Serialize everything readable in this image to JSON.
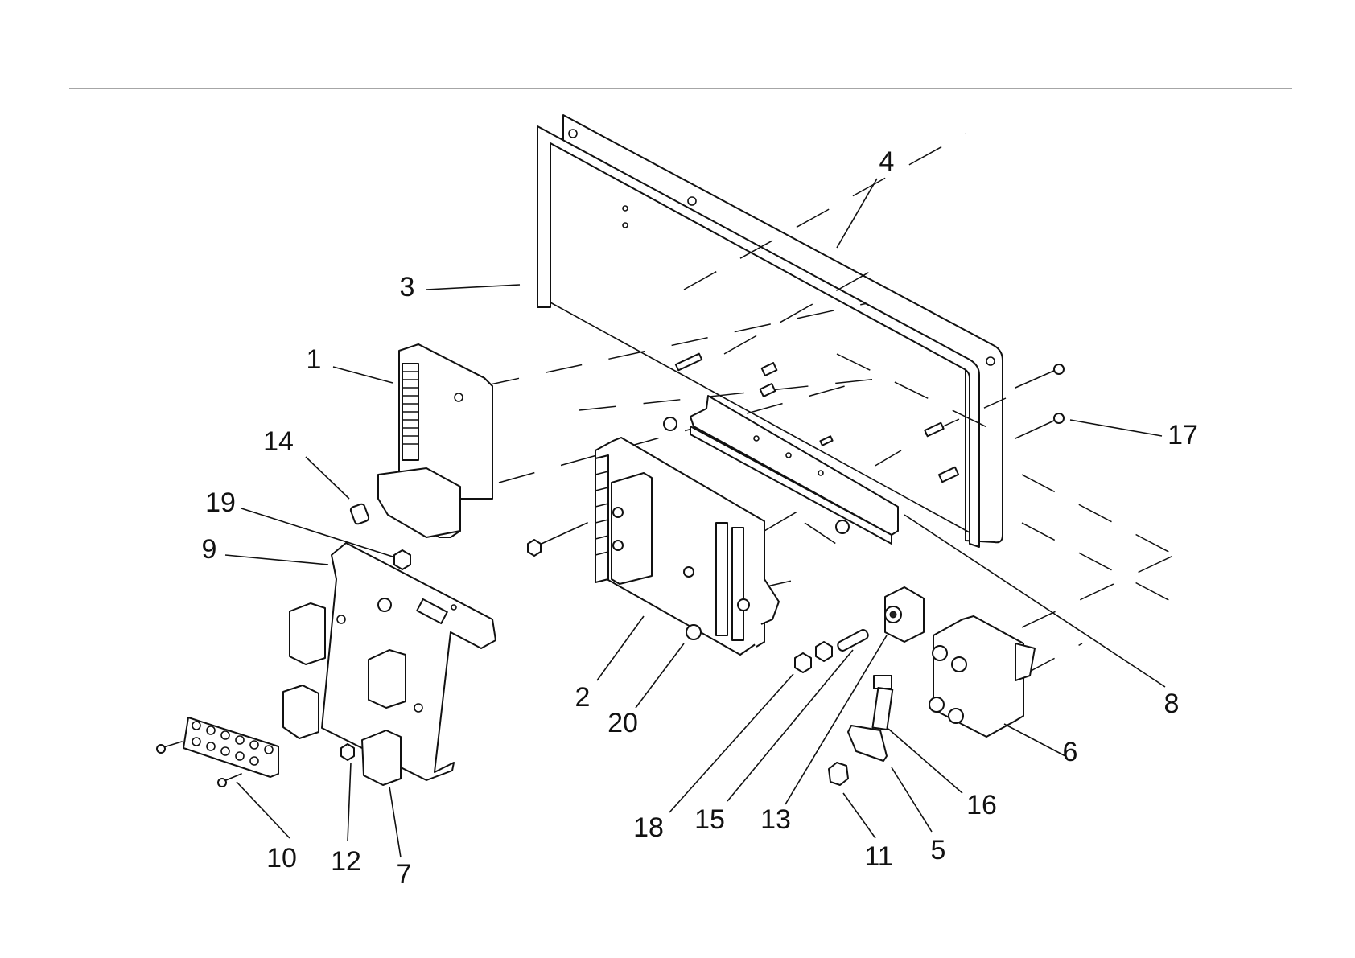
{
  "callouts": [
    {
      "label": "1"
    },
    {
      "label": "2"
    },
    {
      "label": "3"
    },
    {
      "label": "4"
    },
    {
      "label": "5"
    },
    {
      "label": "6"
    },
    {
      "label": "7"
    },
    {
      "label": "8"
    },
    {
      "label": "9"
    },
    {
      "label": "10"
    },
    {
      "label": "11"
    },
    {
      "label": "12"
    },
    {
      "label": "13"
    },
    {
      "label": "14"
    },
    {
      "label": "15"
    },
    {
      "label": "16"
    },
    {
      "label": "17"
    },
    {
      "label": "18"
    },
    {
      "label": "19"
    },
    {
      "label": "20"
    }
  ],
  "colors": {
    "line": "#111111",
    "background": "#ffffff"
  }
}
